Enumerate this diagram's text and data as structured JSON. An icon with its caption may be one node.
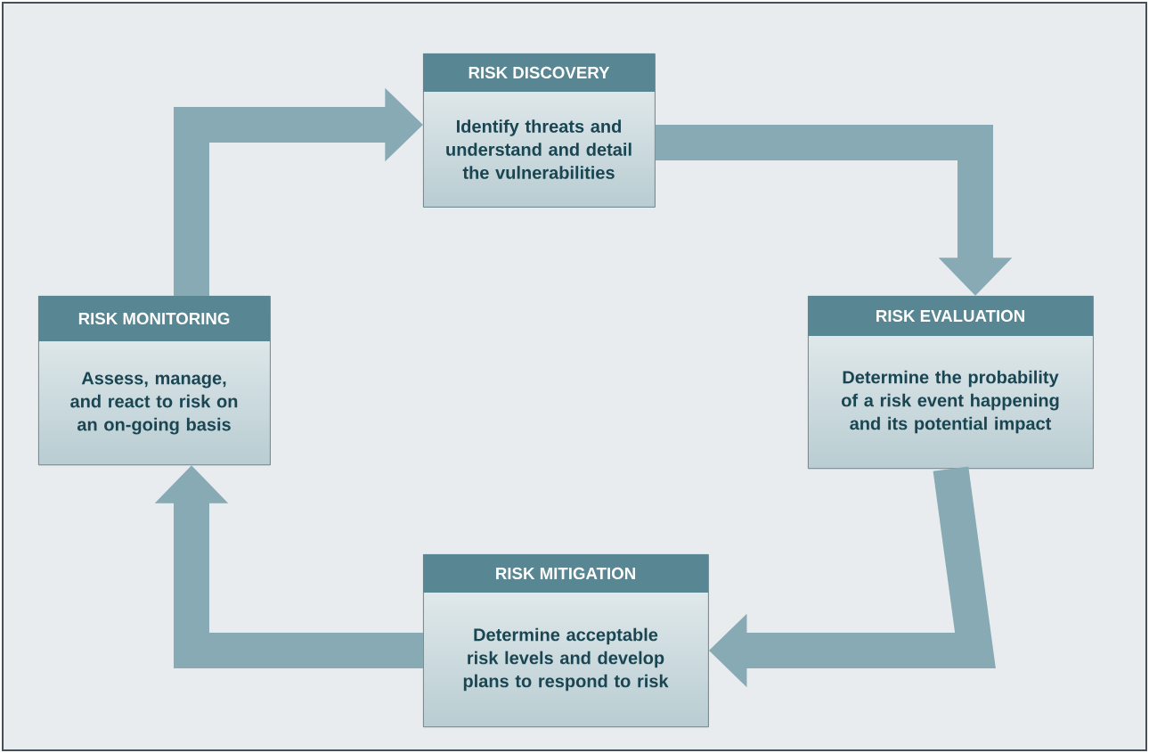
{
  "diagram": {
    "nodes": [
      {
        "text": [
          "RISK DISCOVERY",
          "Identify threats and understand and detail the vulnerabilities"
        ]
      },
      {
        "text": [
          "RISK EVALUATION",
          "Determine the probability of a risk event happening and its potential impact"
        ]
      },
      {
        "text": [
          "RISK MITIGATION",
          "Determine acceptable risk levels and develop plans to respond to risk"
        ]
      },
      {
        "text": [
          "RISK MONITORING",
          "Assess, manage, and react to risk on an on-going basis"
        ]
      }
    ],
    "edges": [
      {
        "from": 0,
        "to": 1,
        "arrow": "to"
      },
      {
        "from": 1,
        "to": 2,
        "arrow": "to"
      },
      {
        "from": 2,
        "to": 3,
        "arrow": "to"
      },
      {
        "from": 3,
        "to": 0,
        "arrow": "to"
      }
    ]
  }
}
